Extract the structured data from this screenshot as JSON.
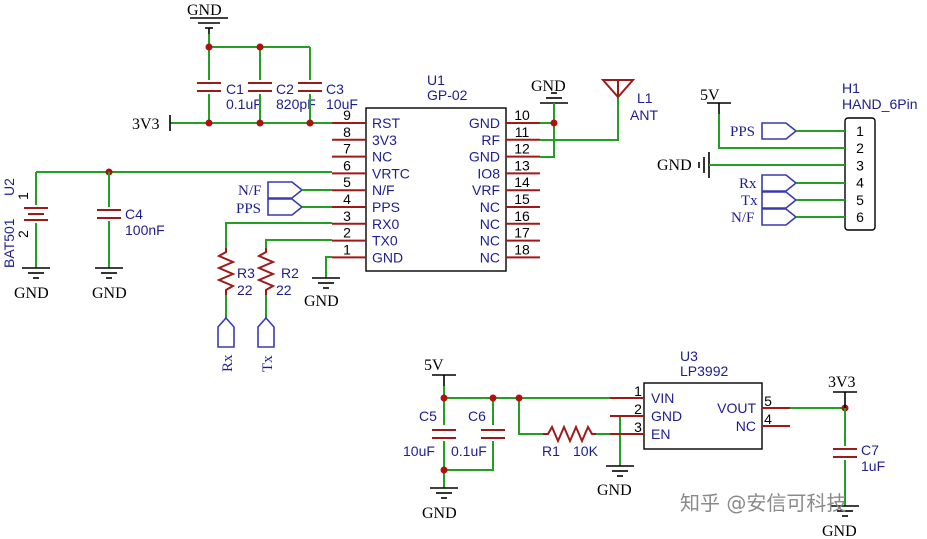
{
  "u1": {
    "ref": "U1",
    "value": "GP-02",
    "left_pins": [
      {
        "num": "9",
        "name": "RST"
      },
      {
        "num": "8",
        "name": "3V3"
      },
      {
        "num": "7",
        "name": "NC"
      },
      {
        "num": "6",
        "name": "VRTC"
      },
      {
        "num": "5",
        "name": "N/F"
      },
      {
        "num": "4",
        "name": "PPS"
      },
      {
        "num": "3",
        "name": "RX0"
      },
      {
        "num": "2",
        "name": "TX0"
      },
      {
        "num": "1",
        "name": "GND"
      }
    ],
    "right_pins": [
      {
        "num": "10",
        "name": "GND"
      },
      {
        "num": "11",
        "name": "RF"
      },
      {
        "num": "12",
        "name": "GND"
      },
      {
        "num": "13",
        "name": "IO8"
      },
      {
        "num": "14",
        "name": "VRF"
      },
      {
        "num": "15",
        "name": "NC"
      },
      {
        "num": "16",
        "name": "NC"
      },
      {
        "num": "17",
        "name": "NC"
      },
      {
        "num": "18",
        "name": "NC"
      }
    ]
  },
  "caps_top": [
    {
      "ref": "C1",
      "value": "0.1uF"
    },
    {
      "ref": "C2",
      "value": "820pF"
    },
    {
      "ref": "C3",
      "value": "10uF"
    }
  ],
  "c4": {
    "ref": "C4",
    "value": "100nF"
  },
  "u2": {
    "ref": "U2",
    "value": "BAT501",
    "pin1": "1",
    "pin2": "2"
  },
  "r3": {
    "ref": "R3",
    "value": "22"
  },
  "r2": {
    "ref": "R2",
    "value": "22"
  },
  "l1": {
    "ref": "L1",
    "value": "ANT"
  },
  "h1": {
    "ref": "H1",
    "value": "HAND_6Pin",
    "pins": [
      "1",
      "2",
      "3",
      "4",
      "5",
      "6"
    ]
  },
  "u3": {
    "ref": "U3",
    "value": "LP3992",
    "left_pins": [
      {
        "num": "1",
        "name": "VIN"
      },
      {
        "num": "2",
        "name": "GND"
      },
      {
        "num": "3",
        "name": "EN"
      }
    ],
    "right_pins": [
      {
        "num": "5",
        "name": "VOUT"
      },
      {
        "num": "4",
        "name": "NC"
      }
    ]
  },
  "c5": {
    "ref": "C5",
    "value": "10uF"
  },
  "c6": {
    "ref": "C6",
    "value": "0.1uF"
  },
  "c7": {
    "ref": "C7",
    "value": "1uF"
  },
  "r1": {
    "ref": "R1",
    "value": "10K"
  },
  "nets": {
    "gnd": "GND",
    "v33": "3V3",
    "v5": "5V",
    "nf": "N/F",
    "pps": "PPS",
    "rx": "Rx",
    "tx": "Tx"
  },
  "watermark": "知乎 @安信可科技",
  "colors": {
    "wire": "#23a023",
    "part": "#9b1b1b",
    "label": "#1d1d8f",
    "junction": "#b01010"
  }
}
